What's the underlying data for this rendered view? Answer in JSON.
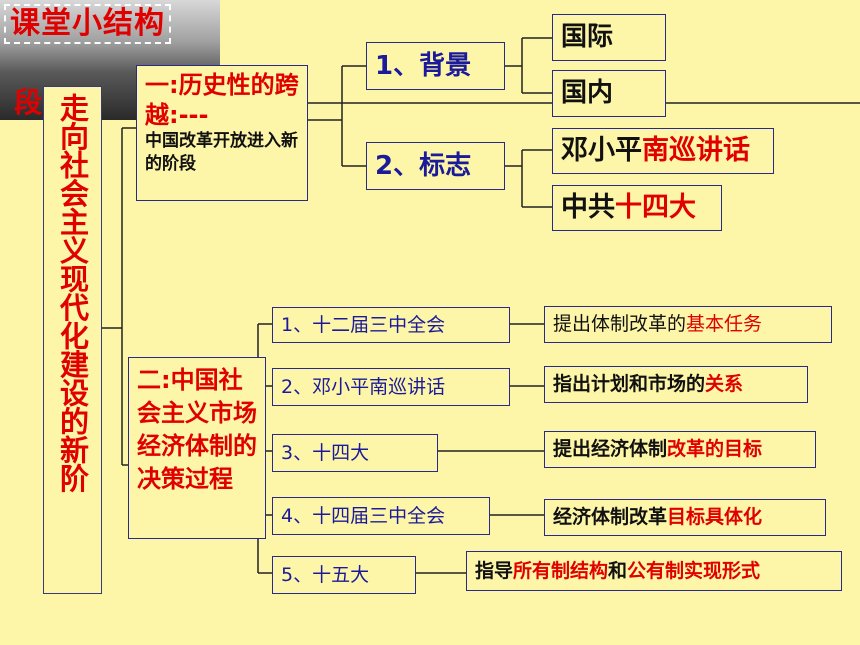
{
  "header": {
    "title": "课堂小结构"
  },
  "side_label": "段",
  "main_stage": "走向社会主义现代化建设的新阶",
  "part1": {
    "title": "一:历史性的跨越:---",
    "subtitle": "中国改革开放进入新的阶段",
    "background": {
      "label": "1、背景",
      "items": [
        "国际",
        "国内"
      ]
    },
    "signs": {
      "label": "2、标志",
      "item1_black": "邓小平",
      "item1_red": "南巡讲话",
      "item2_black": "中共",
      "item2_red": "十四大"
    }
  },
  "part2": {
    "title": "二:中国社会主义市场经济体制的决策过程",
    "events": [
      {
        "label": "1、十二届三中全会",
        "desc_black": "提出体制改革的",
        "desc_red": "基本任务",
        "desc_tail": ""
      },
      {
        "label": "2、邓小平南巡讲话",
        "desc_black": "指出计划和市场的",
        "desc_red": "关系",
        "desc_tail": ""
      },
      {
        "label": "3、十四大",
        "desc_black": "提出经济体制",
        "desc_red": "改革的目标",
        "desc_tail": ""
      },
      {
        "label": "4、十四届三中全会",
        "desc_black": "经济体制改革",
        "desc_red": "目标具体化",
        "desc_tail": ""
      },
      {
        "label": "5、十五大",
        "desc_black": "指导",
        "desc_red": "所有制结构",
        "desc_mid": "和",
        "desc_red2": "公有制实现形式"
      }
    ]
  },
  "colors": {
    "background": "#fdf6a8",
    "border": "#2a2a8a",
    "navy": "#1a1a9a",
    "red": "#e00000"
  }
}
